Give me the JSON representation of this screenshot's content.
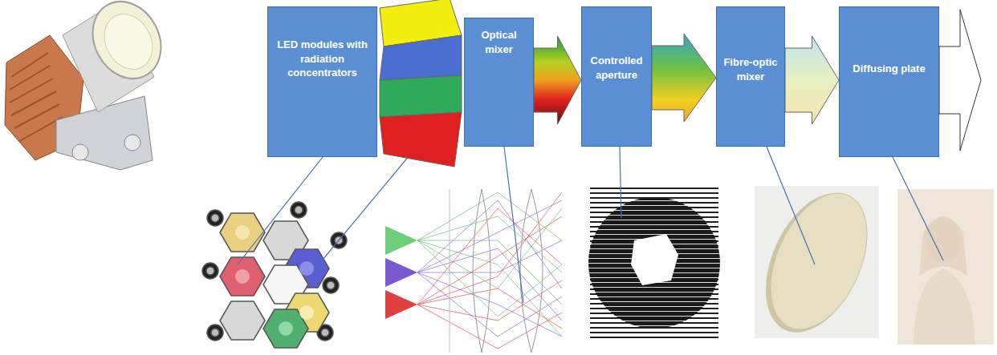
{
  "diagram": {
    "nodes": [
      {
        "text": [
          "LED modules with radiation concentrators"
        ]
      },
      {
        "text": [
          "Optical mixer"
        ]
      },
      {
        "text": [
          "Controlled aperture"
        ]
      },
      {
        "text": [
          "Fibre-optic mixer"
        ]
      },
      {
        "text": [
          "Diffusing plate"
        ]
      }
    ],
    "edges": [
      {
        "from": 0,
        "to": 1,
        "arrow": "none"
      },
      {
        "from": 1,
        "to": 2,
        "arrow": "to"
      },
      {
        "from": 2,
        "to": 3,
        "arrow": "to"
      },
      {
        "from": 3,
        "to": 4,
        "arrow": "to"
      }
    ]
  }
}
